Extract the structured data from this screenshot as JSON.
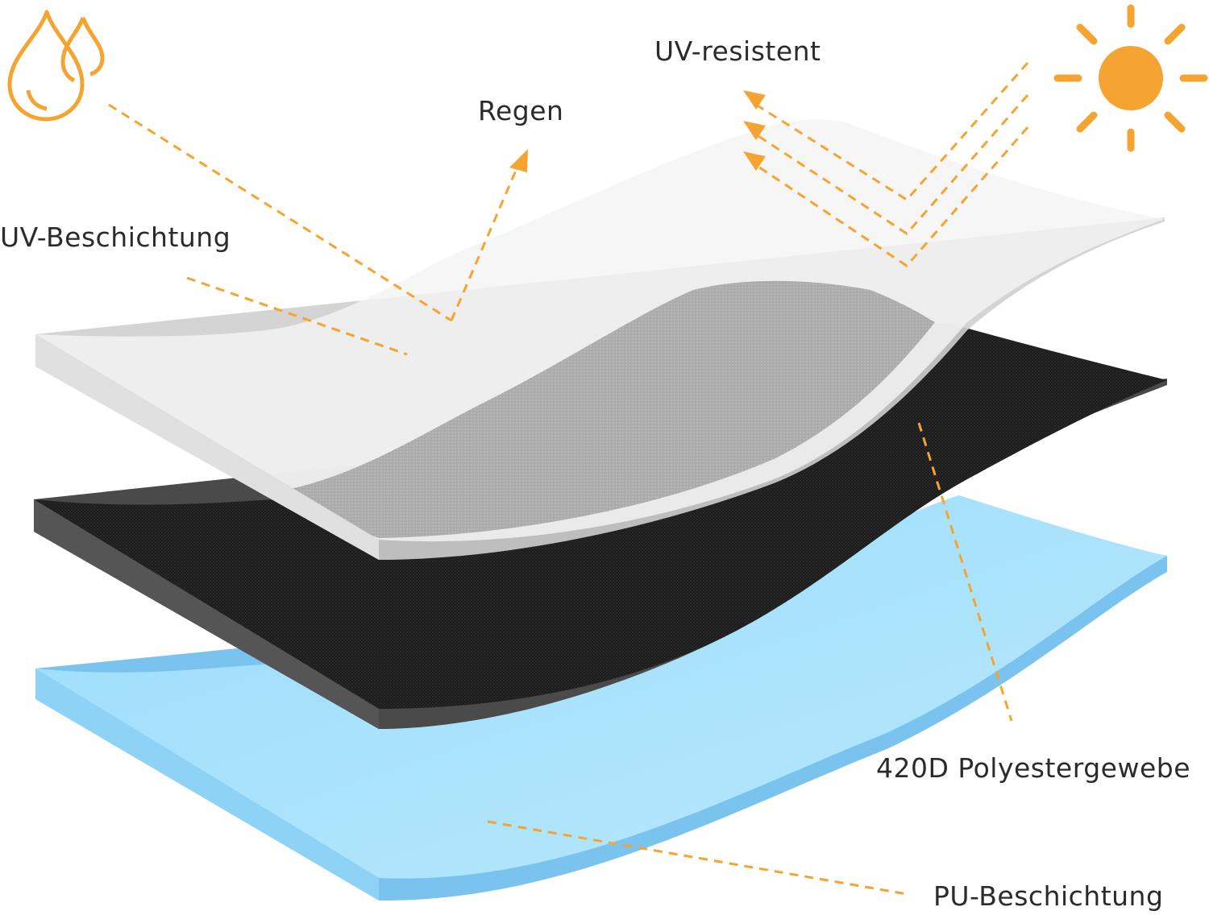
{
  "labels": {
    "uv_resistent": "UV-resistent",
    "regen": "Regen",
    "uv_beschichtung": "UV-Beschichtung",
    "polyester": "420D Polyestergewebe",
    "pu_beschichtung": "PU-Beschichtung"
  },
  "icons": {
    "rain": "water-drops-icon",
    "sun": "sun-icon"
  },
  "colors": {
    "accent": "#f5a432",
    "white_layer": "#f7f7f7",
    "black_layer": "#1c1c1c",
    "blue_layer": "#a6e1fb",
    "text": "#2b2b2b"
  }
}
